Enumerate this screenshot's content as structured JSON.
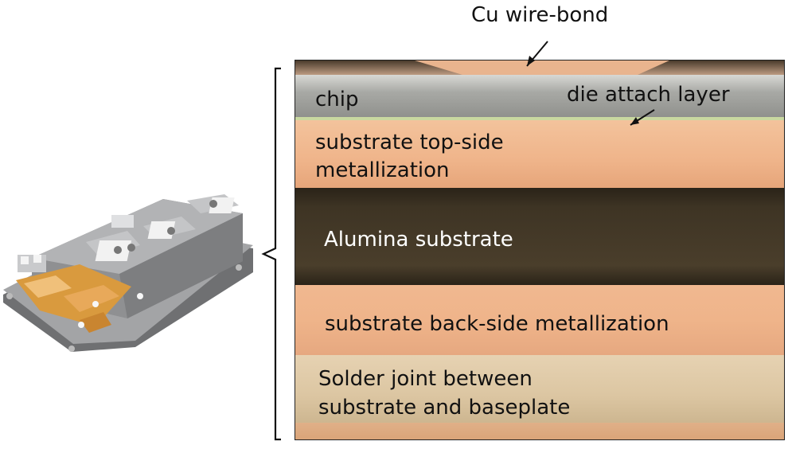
{
  "callouts": {
    "wire_bond": "Cu wire-bond",
    "die_attach": "die attach layer"
  },
  "layers": {
    "chip": "chip",
    "top_metal_line1": "substrate top-side",
    "top_metal_line2": "metallization",
    "alumina": "Alumina substrate",
    "back_metal": "substrate back-side metallization",
    "solder_line1": "Solder joint between",
    "solder_line2": "substrate and baseplate"
  },
  "colors": {
    "copper": "#efb48a",
    "alumina": "#3e3424",
    "chip": "#a8a9a5",
    "solder": "#dcc6a2",
    "module_body": "#8f9092",
    "module_copper": "#d99a3e"
  }
}
